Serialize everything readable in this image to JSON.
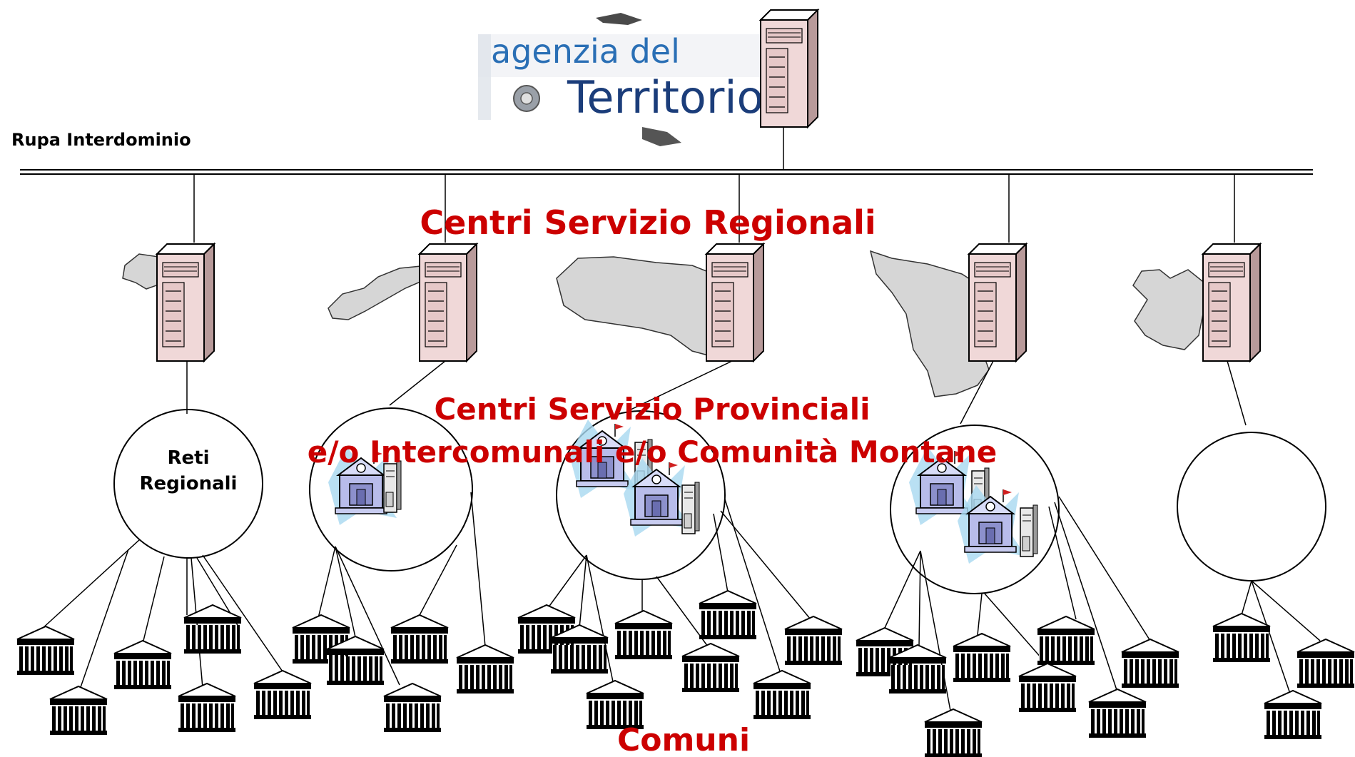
{
  "logo": {
    "line1": "agenzia del",
    "line2": "Territorio"
  },
  "labels": {
    "backbone": "Rupa Interdominio",
    "regional_centers": "Centri Servizio Regionali",
    "provincial_line1": "Centri Servizio Provinciali",
    "provincial_line2": "e/o Intercomunali e/o Comunità Montane",
    "regional_networks_line1": "Reti",
    "regional_networks_line2": "Regionali",
    "municipalities": "Comuni"
  },
  "colors": {
    "accent_red": "#cc0000",
    "logo_blue": "#2a6fb5",
    "logo_dark_blue": "#1b3d7a",
    "server_fill": "#f0d8d8",
    "region_fill": "#d6d6d6",
    "line": "#000000"
  },
  "icons": {
    "server": "server-tower-icon",
    "region": "region-map-shape",
    "municipality": "municipality-building-icon",
    "provincial_office": "provincial-office-icon"
  }
}
